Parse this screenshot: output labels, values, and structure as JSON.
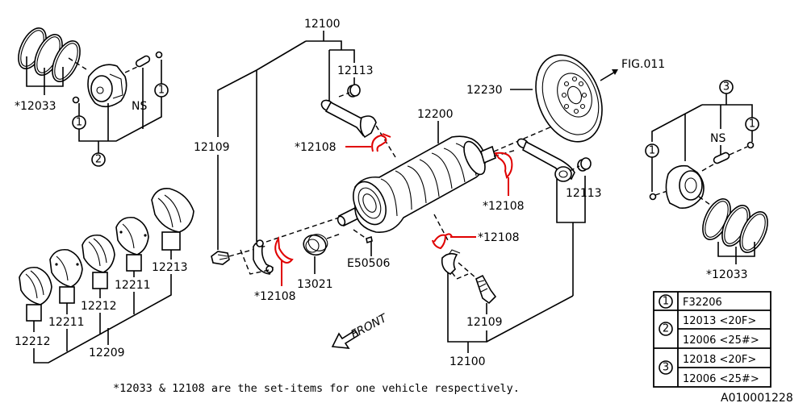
{
  "figure_code": "A010001228",
  "footnote": "*12033 & 12108 are the set-items for one vehicle respectively.",
  "reference": "FIG.011",
  "front_label": "FRONT",
  "colors": {
    "line": "#000000",
    "highlight": "#e00000",
    "background": "#ffffff"
  },
  "labels": {
    "ring_set_left": "*12033",
    "ring_set_right": "*12033",
    "ns_left": "NS",
    "ns_right": "NS",
    "conrod_assy_top": "12100",
    "conrod_assy_bottom": "12100",
    "bushing_top": "12113",
    "bushing_right": "12113",
    "bolt_left": "12109",
    "bolt_bottom": "12109",
    "rod_bearing_top": "*12108",
    "rod_bearing_right": "*12108",
    "rod_bearing_lower": "*12108",
    "rod_bearing_left": "*12108",
    "crankshaft": "12200",
    "flywheel": "12230",
    "pilot_bearing": "13021",
    "woodruff_key": "E50506",
    "main_bearing_set": "12209",
    "main_bearings": [
      "12212",
      "12211",
      "12212",
      "12211",
      "12213"
    ]
  },
  "callouts": {
    "one": "1",
    "two": "2",
    "three": "3"
  },
  "legend_table": {
    "rows": [
      {
        "key": "1",
        "items": [
          "F32206"
        ]
      },
      {
        "key": "2",
        "items": [
          "12013 <20F>",
          "12006 <25#>"
        ]
      },
      {
        "key": "3",
        "items": [
          "12018 <20F>",
          "12006 <25#>"
        ]
      }
    ]
  }
}
